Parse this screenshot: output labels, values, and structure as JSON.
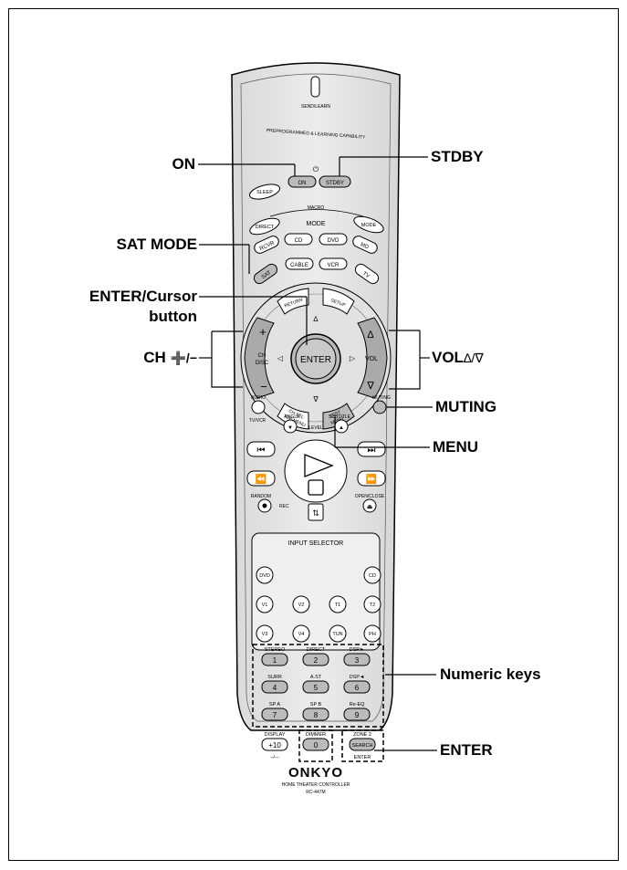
{
  "callouts": {
    "on": "ON",
    "stdby": "STDBY",
    "sat_mode": "SAT MODE",
    "enter_cursor_line1": "ENTER/Cursor",
    "enter_cursor_line2": "button",
    "ch": "CH",
    "ch_symbols": "➕/−",
    "vol": "VOL",
    "vol_symbols": "∆/∇",
    "muting": "MUTING",
    "menu": "MENU",
    "numeric_keys": "Numeric keys",
    "enter": "ENTER"
  },
  "remote": {
    "send_learn": "SEND/LEARN",
    "capability": "PREPROGRAMMED & LEARNING CAPABILITY",
    "sleep": "SLEEP",
    "on": "ON",
    "stdby": "STDBY",
    "macro": "MACRO",
    "mode": "MODE",
    "direct": "DIRECT",
    "mode_btn": "MODE",
    "rcvr": "RCVR",
    "cd": "CD",
    "dvd": "DVD",
    "md": "MD",
    "sat": "SAT",
    "cable": "CABLE",
    "vcr": "VCR",
    "tv": "TV",
    "return": "RETURN",
    "setup": "SETUP",
    "ch_disc_1": "CH",
    "ch_disc_2": "DISC",
    "enter_btn": "ENTER",
    "vol_btn": "VOL",
    "ch_sel": "CH SEL",
    "top_menu": "TOP MENU",
    "test": "TEST",
    "menu": "MENU",
    "audio": "AUDIO",
    "tv_vcr": "TV/VCR",
    "angle": "ANGLE",
    "level": "LEVEL",
    "subtitle": "SUBTITLE",
    "muting": "MUTING",
    "random": "RANDOM",
    "rec": "REC",
    "open_close": "OPEN/CLOSE",
    "input_selector": "INPUT SELECTOR",
    "inputs": [
      "DVD",
      "CD",
      "V1",
      "V2",
      "T1",
      "T2",
      "V3",
      "V4",
      "TUN",
      "PH"
    ],
    "stereo": "STEREO",
    "direct2": "DIRECT",
    "dsp_up": "DSP►",
    "surr": "SURR",
    "ast": "A.ST",
    "dsp_down": "DSP◄",
    "spa": "SP A",
    "spb": "SP B",
    "reeq": "Re-EQ",
    "display": "DISPLAY",
    "dimmer": "DIMMER",
    "zone2": "ZONE 2",
    "plus10": "+10",
    "zero": "0",
    "search": "SEARCH",
    "enter_small": "ENTER",
    "dashes": "--/---",
    "digits": [
      "1",
      "2",
      "3",
      "4",
      "5",
      "6",
      "7",
      "8",
      "9"
    ],
    "brand": "ONKYO",
    "model_line": "HOME THEATER CONTROLLER",
    "model": "RC-447M"
  }
}
